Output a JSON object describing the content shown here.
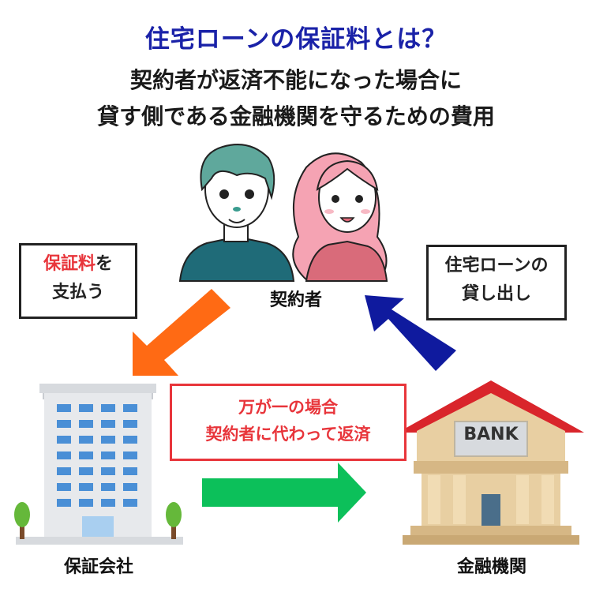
{
  "header": {
    "title": "住宅ローンの保証料とは？",
    "subtitle_line1": "契約者が返済不能になった場合に",
    "subtitle_line2": "貸す側である金融機関を守るための費用"
  },
  "left_box": {
    "highlight": "保証料",
    "line1_rest": "を",
    "line2": "支払う"
  },
  "right_box": {
    "line1": "住宅ローンの",
    "line2": "貸し出し"
  },
  "center_box": {
    "line1": "万が一の場合",
    "line2": "契約者に代わって返済"
  },
  "labels": {
    "contractor": "契約者",
    "guarantor": "保証会社",
    "bank": "金融機関"
  },
  "bank_sign": "BANK",
  "colors": {
    "title": "#1a22a8",
    "orange_arrow": "#ff6a14",
    "blue_arrow": "#0f1a9e",
    "green_arrow": "#0cc05a",
    "red_accent": "#e8353b",
    "bank_roof": "#d9252b",
    "bank_body": "#e8cfa2"
  }
}
